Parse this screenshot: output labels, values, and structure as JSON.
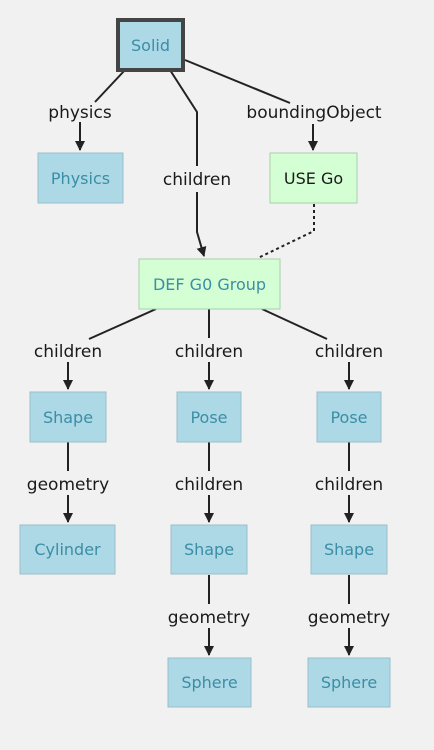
{
  "colors": {
    "background": "#f1f1f1",
    "blue_node_fill": "#add8e6",
    "blue_node_border": "#9bbecb",
    "blue_node_text": "#3b8ea5",
    "green_node_fill": "#d4ffd4",
    "green_node_border": "#a9cfa9",
    "green_node_text_use": "#1a1a1a",
    "green_node_text_def": "#3b8ea5",
    "root_border": "#444444",
    "edge": "#222222"
  },
  "nodes": {
    "solid": "Solid",
    "physics": "Physics",
    "use_go": "USE Go",
    "def_group": "DEF G0 Group",
    "shape_left": "Shape",
    "pose_mid": "Pose",
    "pose_right": "Pose",
    "cylinder": "Cylinder",
    "shape_mid": "Shape",
    "shape_right": "Shape",
    "sphere_mid": "Sphere",
    "sphere_right": "Sphere"
  },
  "edges": {
    "solid_physics": "physics",
    "solid_children": "children",
    "solid_bounding": "boundingObject",
    "group_children_left": "children",
    "group_children_mid": "children",
    "group_children_right": "children",
    "shape_left_geometry": "geometry",
    "pose_mid_children": "children",
    "pose_right_children": "children",
    "shape_mid_geometry": "geometry",
    "shape_right_geometry": "geometry"
  }
}
